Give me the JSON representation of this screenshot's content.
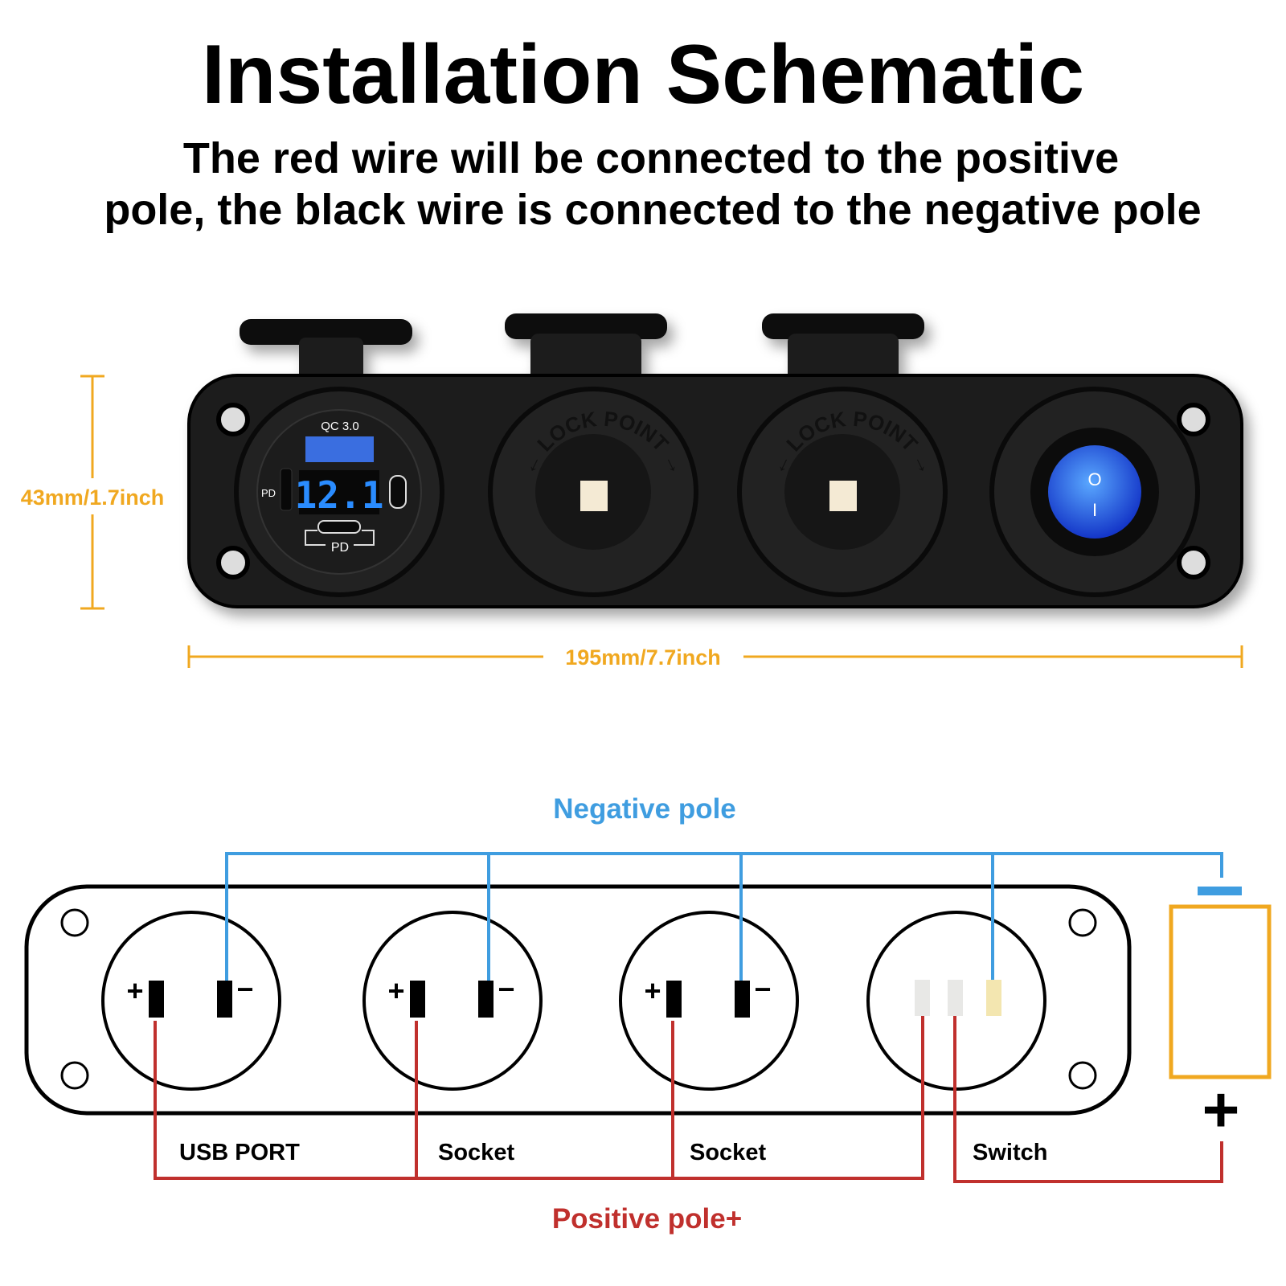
{
  "title": "Installation Schematic",
  "subtitle": [
    "The red wire will be connected to the positive",
    "pole, the black wire is connected to the negative pole"
  ],
  "dimensions": {
    "height": "43mm/1.7inch",
    "width": "195mm/7.7inch"
  },
  "product": {
    "usb": {
      "qc_label": "QC 3.0",
      "pd_left": "PD",
      "voltage": "12.1",
      "pd_bottom": "PD"
    },
    "socket_text": "← LOCK POINT →",
    "switch_on": "O",
    "switch_off": "I"
  },
  "wiring": {
    "negative_label": "Negative pole",
    "positive_label": "Positive pole+",
    "components": [
      "USB PORT",
      "Socket",
      "Socket",
      "Switch"
    ],
    "plus": "+",
    "minus": "−"
  },
  "colors": {
    "negative": "#3f9de0",
    "positive": "#c0302d",
    "dimension": "#f0a820",
    "lcd": "#2a8cff"
  }
}
